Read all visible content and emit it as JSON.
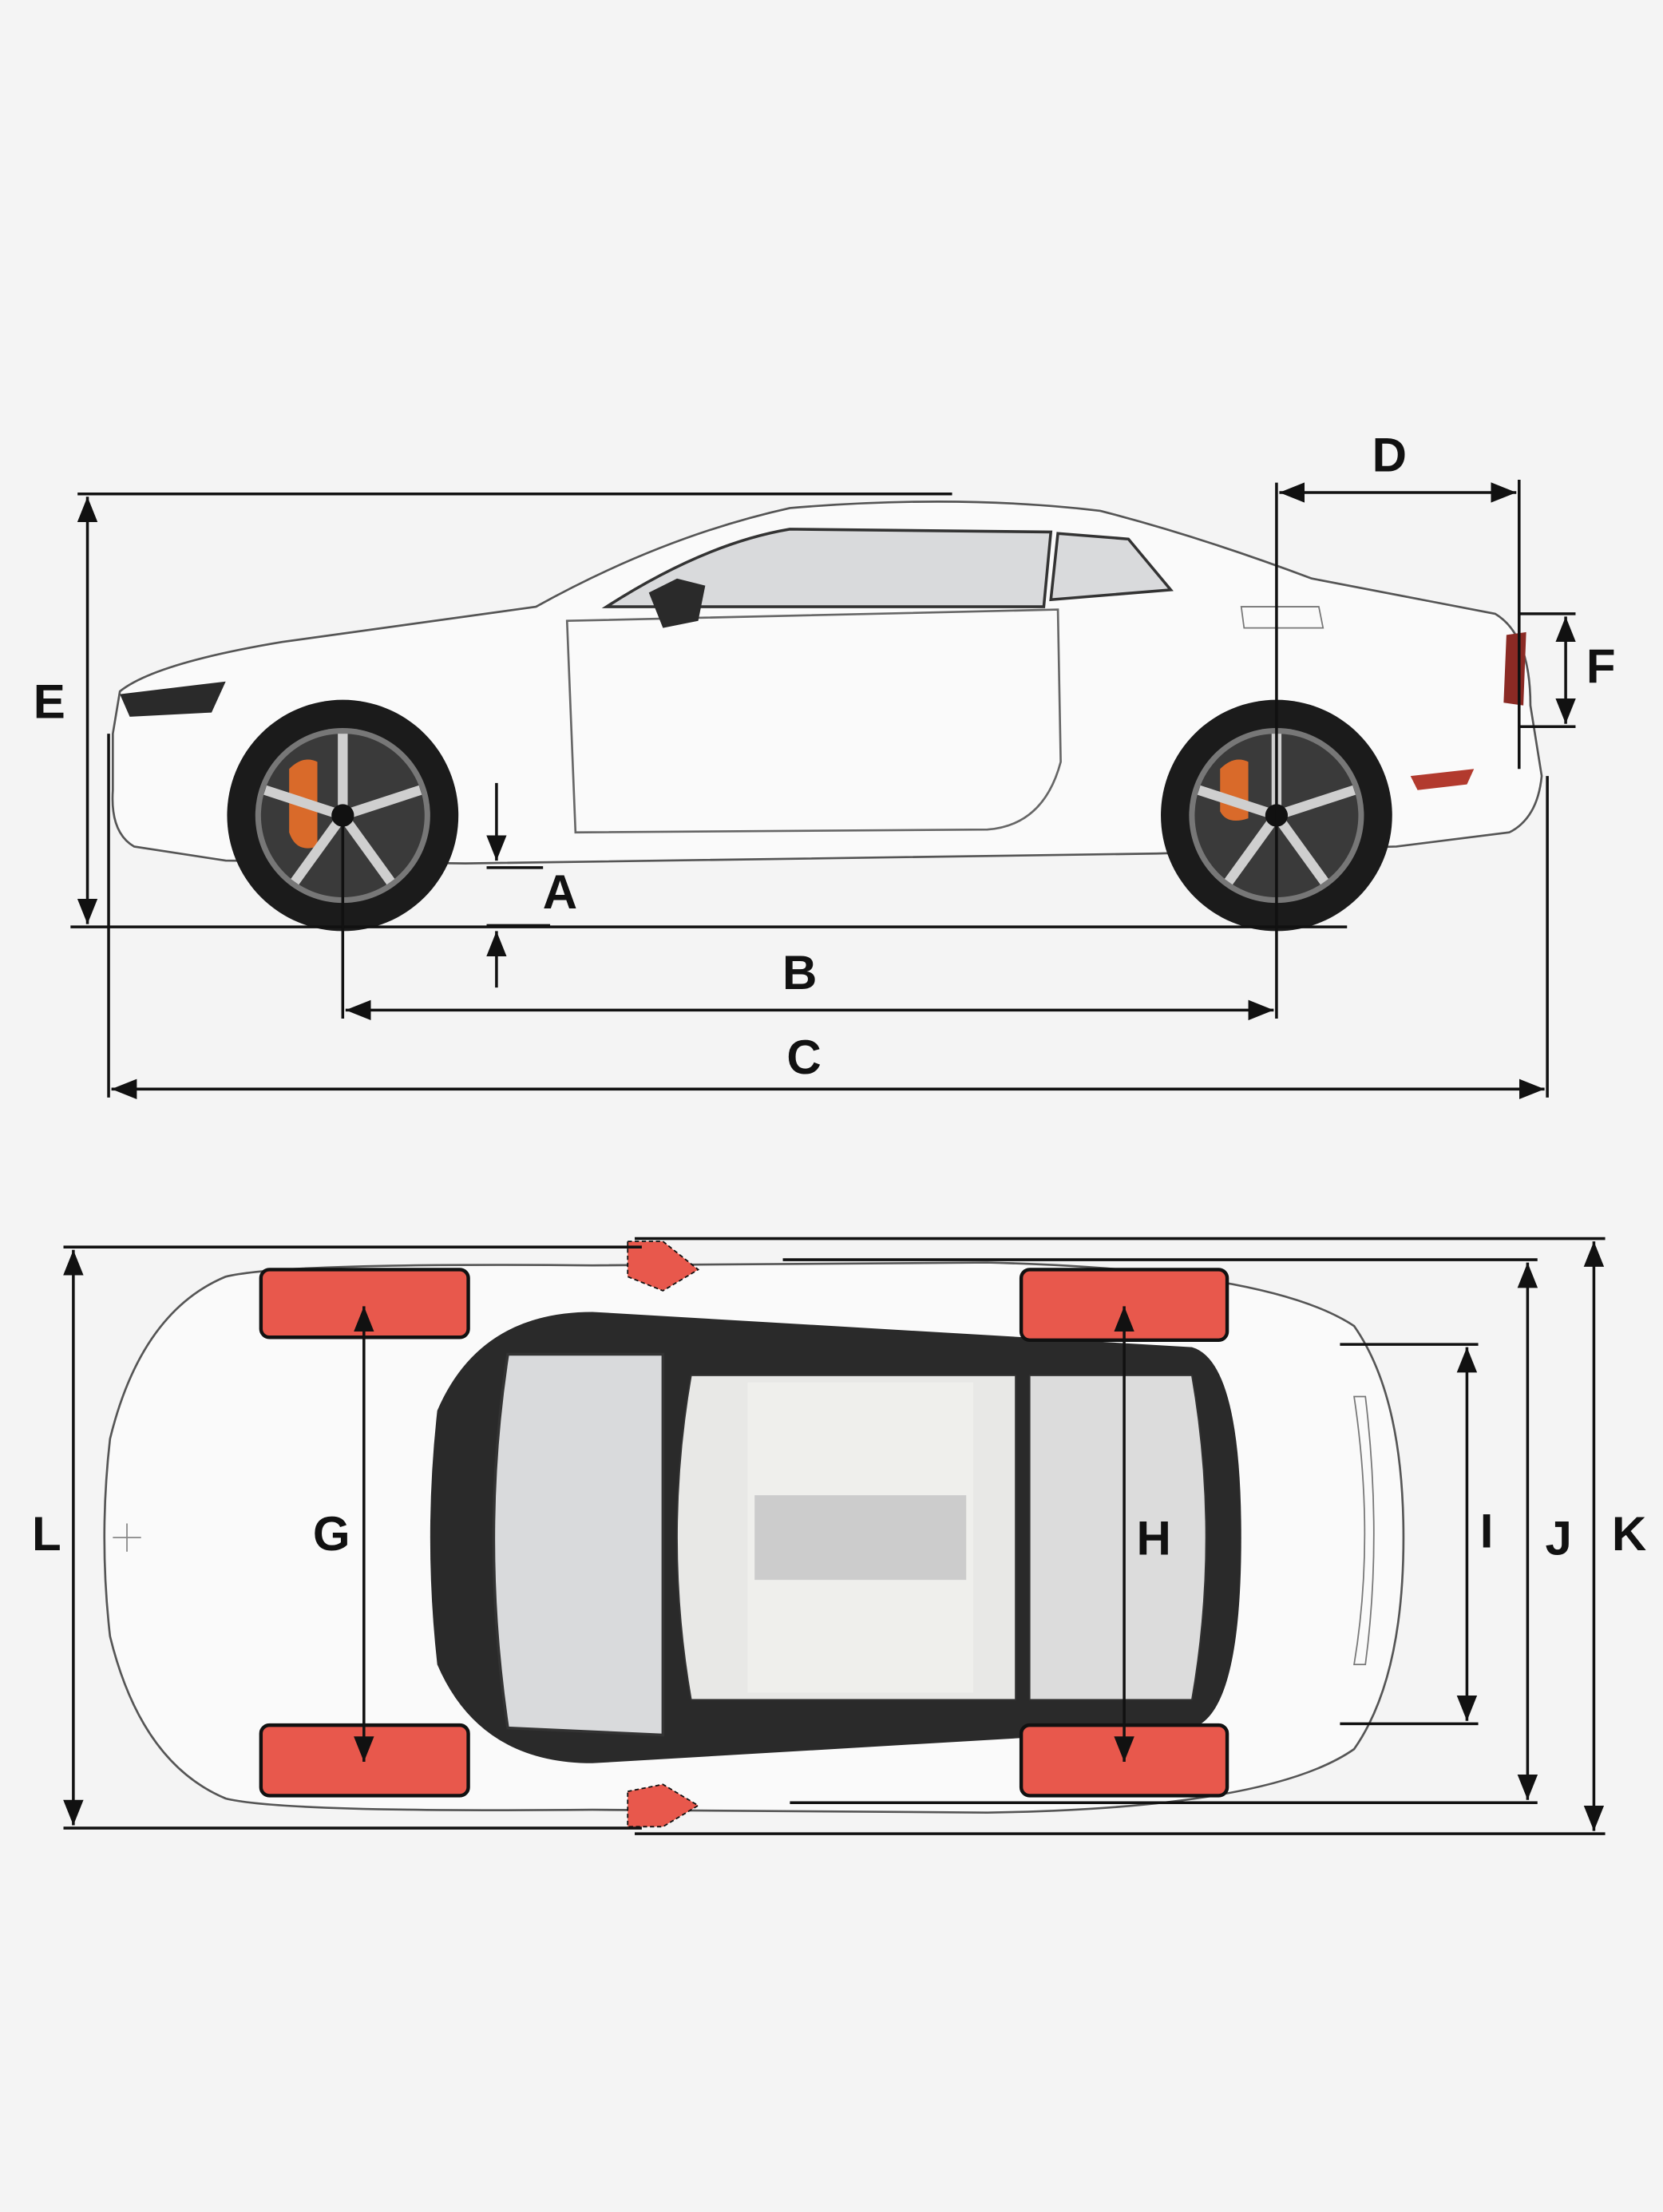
{
  "title": "Vehicle dimensions diagram",
  "colors": {
    "background": "#f4f4f4",
    "tire_highlight": "#e8584c",
    "line": "#111111",
    "body": "#fafafa"
  },
  "side_view": {
    "labels": {
      "A": "A",
      "B": "B",
      "C": "C",
      "D": "D",
      "E": "E",
      "F": "F"
    }
  },
  "top_view": {
    "labels": {
      "G": "G",
      "H": "H",
      "I": "I",
      "J": "J",
      "K": "K",
      "L": "L"
    }
  }
}
